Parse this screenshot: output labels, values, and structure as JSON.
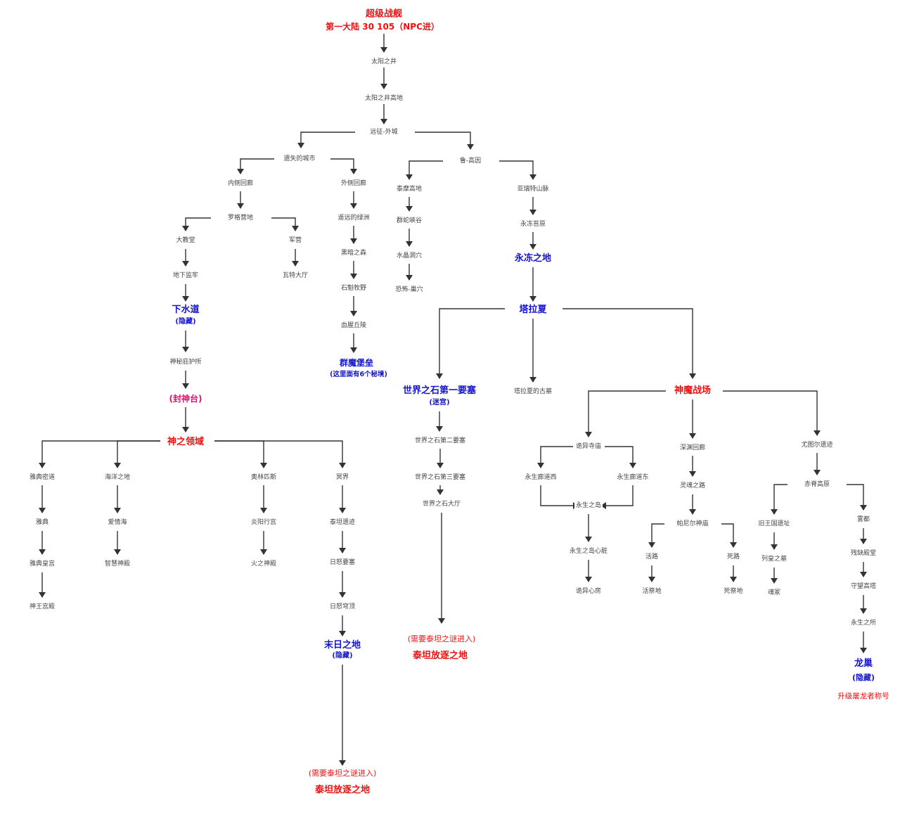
{
  "title": {
    "line1": "超级战舰",
    "line2": "第一大陆 30 105（NPC进）"
  },
  "nodes": {
    "taiyang": "太阳之井",
    "taiyang_gaodi": "太阳之井高地",
    "yuanzheng": "远征-外城",
    "yishi": "遗失的城市",
    "luhaoyin": "鲁-高因",
    "neice": "内侧回廊",
    "waice": "外侧回廊",
    "tailang": "泰摩高地",
    "yaruite": "亚瑞特山脉",
    "luoge": "罗格营地",
    "yaoyuan": "遥远的绿洲",
    "qunzhu": "群蛇峡谷",
    "yongdong_caoyuan": "永冻苔原",
    "dajiaotang": "大教堂",
    "junying": "军营",
    "heian": "黑暗之森",
    "shuijing": "水晶洞穴",
    "yongdong": "永冻之地",
    "dixia": "地下监牢",
    "wate": "瓦特大厅",
    "shitou": "石魁牧野",
    "kongbu": "恐怖-巢穴",
    "xiashuidao": {
      "name": "下水道",
      "note": "(隐藏)"
    },
    "tala": "塔拉夏",
    "xuemo": "血腥丘陵",
    "shenmi": "神秘庇护所",
    "qunmo": {
      "name": "群魔堡垒",
      "note": "(这里面有6个秘境)"
    },
    "world1": {
      "name": "世界之石第一要塞",
      "note": "(迷宫)"
    },
    "tala_gumu": "塔拉夏的古墓",
    "shenmo": "神魔战场",
    "fengshen": "(封神台)",
    "shenling": "神之领域",
    "world2": "世界之石第二要塞",
    "world3": "世界之石第三要塞",
    "world_dating": "世界之石大厅",
    "guiyi_simiao": "诡异寺庙",
    "shenyuan": "深渊回廊",
    "youtu": "尤图尔遗迹",
    "yadian_midao": "雅典密道",
    "haiyang": "海洋之地",
    "aolin": "奥林匹斯",
    "mingjie": "冥界",
    "yongsheng_xi": "永生廊道西",
    "yongsheng_dong": "永生廊道东",
    "linghun": "灵魂之路",
    "chiji": "赤脊高原",
    "yongsheng_dao": "永生之岛",
    "yadian": "雅典",
    "aiqing": "爱情海",
    "yanyang": "炎阳行宫",
    "taitan_yiji": "泰坦遗迹",
    "paniur": "帕尼尔神庙",
    "jiuwang": "旧王国遗址",
    "wudu": "雾都",
    "yadian_huanggong": "雅典皇宫",
    "zhihui": "智慧神殿",
    "huozhi": "火之神殿",
    "rinu_yaosai": "日怒要塞",
    "yongsheng_xinzang": "永生之岛心脏",
    "huolu": "活路",
    "silu": "死路",
    "liehuang": "列皇之墓",
    "canque": "残缺殿堂",
    "shenwang": "神王宫殿",
    "rinu_qiongding": "日怒穹顶",
    "guiyi_xinfang": "诡异心房",
    "huoji": "活祭地",
    "siji": "死祭地",
    "hunzhong": "魂冢",
    "shouwang": "守望高塔",
    "mori": {
      "name": "末日之地",
      "note": "(隐藏)"
    },
    "yongsheng_suo": "永生之所",
    "longchao": {
      "name": "龙巢",
      "note": "(隐藏)",
      "extra": "升级屠龙者称号"
    },
    "exile_center": {
      "note": "(需要泰坦之谜进入)",
      "name": "泰坦放逐之地"
    },
    "exile_left": {
      "note": "(需要泰坦之谜进入)",
      "name": "泰坦放逐之地"
    }
  },
  "colors": {
    "blue": "#1515cc",
    "red": "#ee1111",
    "pink": "#e0116f",
    "line": "#333333",
    "text": "#444444"
  }
}
